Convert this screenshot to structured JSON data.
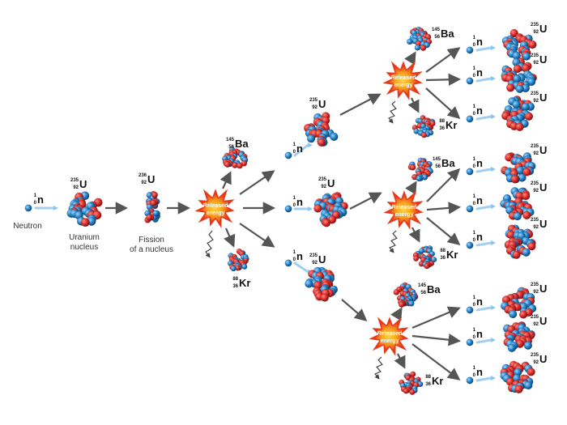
{
  "labels": {
    "neutron": "Neutron",
    "uranium_1": "Uranium",
    "uranium_2": "nucleus",
    "fission_1": "Fission",
    "fission_2": "of a nucleus"
  },
  "burst_text": {
    "line1": "Released",
    "line2": "energy"
  },
  "isotopes": {
    "n": {
      "mass": "1",
      "z": "0",
      "symbol": "n"
    },
    "u235": {
      "mass": "235",
      "z": "92",
      "symbol": "U"
    },
    "u236": {
      "mass": "236",
      "z": "92",
      "symbol": "U"
    },
    "ba": {
      "mass": "145",
      "z": "56",
      "symbol": "Ba"
    },
    "kr": {
      "mass": "88",
      "z": "36",
      "symbol": "Kr"
    }
  },
  "colors": {
    "proton": "#d42a2a",
    "neutron": "#1f7fc4",
    "arrow": "#555555",
    "burst_outer": "#e8381a",
    "burst_inner": "#f7a81f",
    "neutron_trail": "#8cc4ec"
  }
}
